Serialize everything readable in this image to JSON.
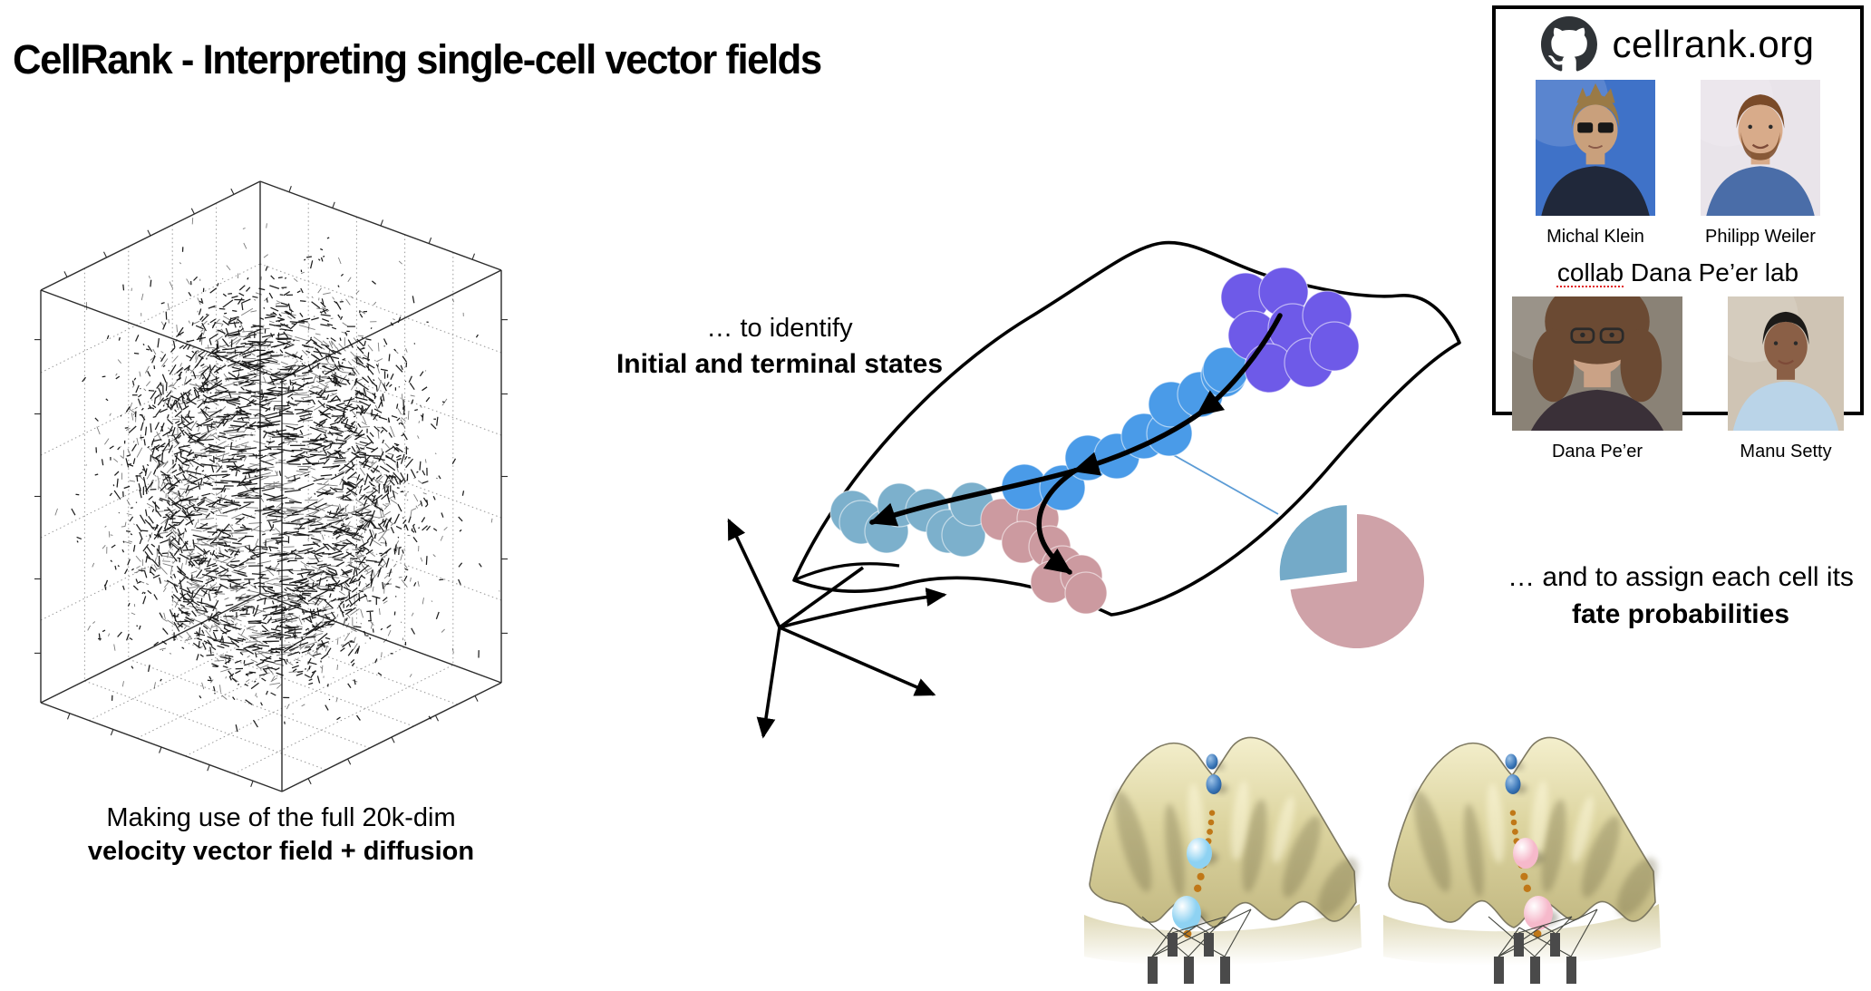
{
  "slide": {
    "title": "CellRank - Interpreting single-cell vector fields"
  },
  "vector_field_figure": {
    "caption_line1": "Making use of the full 20k-dim",
    "caption_line2": "velocity vector field + diffusion",
    "icon": "3d-quiver-cube",
    "ink_color": "#111111"
  },
  "manifold_figure": {
    "lead_line1": "… to identify",
    "lead_line2": "Initial and terminal states",
    "icon": "manifold-sketch-with-cell-clusters",
    "colors": {
      "initial_state": "#6e5ae8",
      "trajectory_cells": "#4a9be8",
      "terminal_state_left": "#7cb0cc",
      "terminal_state_bottom": "#cc9aa0",
      "annotation_line": "#5b9bd5",
      "arrow": "#000000"
    }
  },
  "chart_data": {
    "type": "pie",
    "labels": [
      "blue fate",
      "pink fate"
    ],
    "values": [
      27,
      73
    ],
    "colors": [
      "#74aac8",
      "#cfa2a8"
    ],
    "exploded": [
      true,
      false
    ],
    "legend": "none",
    "title": ""
  },
  "panel": {
    "site": "cellrank.org",
    "github_icon_color": "#2f3337",
    "collab_prefix": "collab",
    "collab_rest": " Dana Pe’er lab",
    "people": [
      {
        "name": "Michal Klein",
        "photo": {
          "bg": "#3f72c8",
          "hair": "#9a7a46",
          "skin": "#c9a07c",
          "shirt": "#20283a",
          "style": "sunglasses"
        }
      },
      {
        "name": "Philipp Weiler",
        "photo": {
          "bg": "#e9e4ea",
          "hair": "#7a4a28",
          "skin": "#d8ab8a",
          "shirt": "#4a6da8",
          "style": "beard"
        }
      },
      {
        "name": "Dana Pe’er",
        "photo": {
          "bg": "#8a8276",
          "hair": "#6b4a33",
          "skin": "#caa286",
          "shirt": "#3a3038",
          "style": "curly-glasses"
        }
      },
      {
        "name": "Manu Setty",
        "photo": {
          "bg": "#cfc4b4",
          "hair": "#1c1a18",
          "skin": "#8a5f46",
          "shirt": "#bad4e8",
          "style": "short"
        }
      }
    ]
  },
  "fate_text": {
    "line1": "… and to assign each cell its",
    "line2": "fate probabilities"
  },
  "landscapes": [
    {
      "name": "waddington-landscape-blue",
      "ball_color": "#8ed2f2",
      "top_ball_color": "#3a76b8",
      "trail_color": "#c07818",
      "surface": "#ddd5a0"
    },
    {
      "name": "waddington-landscape-pink",
      "ball_color": "#f6b9cb",
      "top_ball_color": "#3a76b8",
      "trail_color": "#c07818",
      "surface": "#ddd5a0"
    }
  ]
}
